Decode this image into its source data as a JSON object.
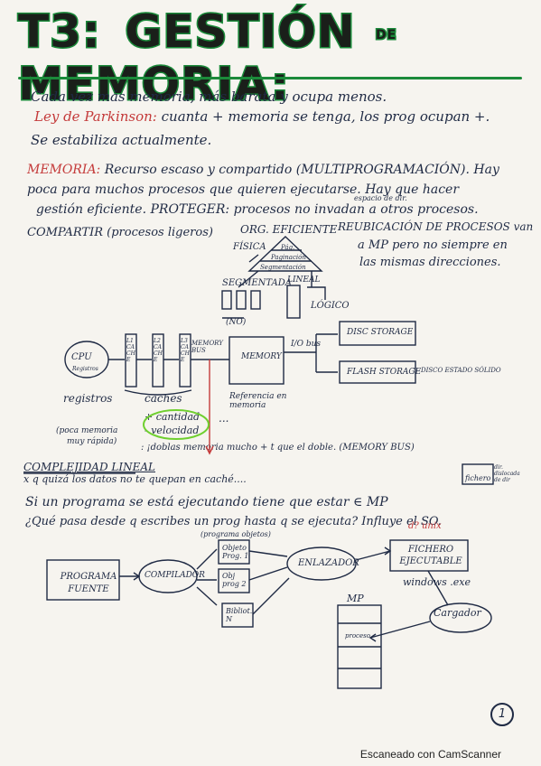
{
  "title": {
    "t3": "T3:",
    "gestion": "GESTIÓN",
    "de": "DE",
    "memoria": "MEMORIA:"
  },
  "lines": {
    "l1": "Cada vez más memoria, más barata y ocupa menos.",
    "l2_red": "Ley de Parkinson:",
    "l2_rest": "cuanta + memoria se tenga, los prog ocupan +.",
    "l3": "Se estabiliza actualmente.",
    "l4_red": "MEMORIA:",
    "l4_rest": "Recurso escaso y compartido (MULTIPROGRAMACIÓN). Hay",
    "l5": "poca para muchos procesos que quieren ejecutarse. Hay que hacer",
    "l6": "gestión eficiente. PROTEGER: procesos no invadan a otros procesos.",
    "l6_note": "espacio de dir.",
    "l7": "COMPARTIR (procesos ligeros)",
    "l7b": "ORG. EFICIENTE",
    "l7c": "REUBICACIÓN DE PROCESOS van",
    "l8": "a MP pero no siempre en",
    "l9": "las mismas direcciones."
  },
  "org": {
    "fisica": "FÍSICA",
    "tri1": "Pág.",
    "tri2": "Paginación",
    "tri3": "Segmentación",
    "segmentada": "SEGMENTADA",
    "lineal": "LINEAL",
    "no": "(NO)",
    "logico": "LÓGICO"
  },
  "arch": {
    "cpu": "CPU",
    "registros_box": "Registros",
    "l1": "L1 CACHE",
    "l2": "L2 CACHE",
    "l3": "L3 CACHE",
    "memory_bus": "MEMORY BUS",
    "memory": "MEMORY",
    "io_bus": "I/O bus",
    "disc": "DISC STORAGE",
    "flash": "FLASH STORAGE",
    "ssd": "DISCO ESTADO SÓLIDO",
    "registros": "registros",
    "caches": "caches",
    "referencia": "Referencia en memoria",
    "poca": "(poca memoria",
    "muy": "muy rápida)",
    "mas_cantidad": "+ cantidad",
    "menos_velocidad": "- velocidad",
    "dots": "..."
  },
  "complex": {
    "heading": "COMPLEJIDAD LINEAL",
    "rest": ": ¡doblas memoria mucho + t que el doble. (MEMORY BUS)",
    "l2": "x q quizá los datos no te quepan en caché....",
    "l3": "Si un programa se está ejecutando tiene que estar ∈ MP",
    "l4": "¿Qué pasa desde q escribes un prog hasta q se ejecuta? Influye el SO.",
    "fichero": "fichero",
    "dir_note": "dir. dislocada de dir",
    "unix": "d? unix"
  },
  "flow": {
    "programa": "PROGRAMA FUENTE",
    "compilador": "COMPILADOR",
    "prog_obj": "(programa objetos)",
    "obj1": "Objeto Prog. 1",
    "obj2": "Obj prog 2",
    "bib": "Bibliot. N",
    "enlazador": "ENLAZADOR",
    "fichero": "FICHERO EJECUTABLE",
    "windows": "windows .exe",
    "mp": "MP",
    "proceso": "proceso",
    "cargador": "Cargador"
  },
  "page_number": "1",
  "scanner": "Escaneado con CamScanner"
}
